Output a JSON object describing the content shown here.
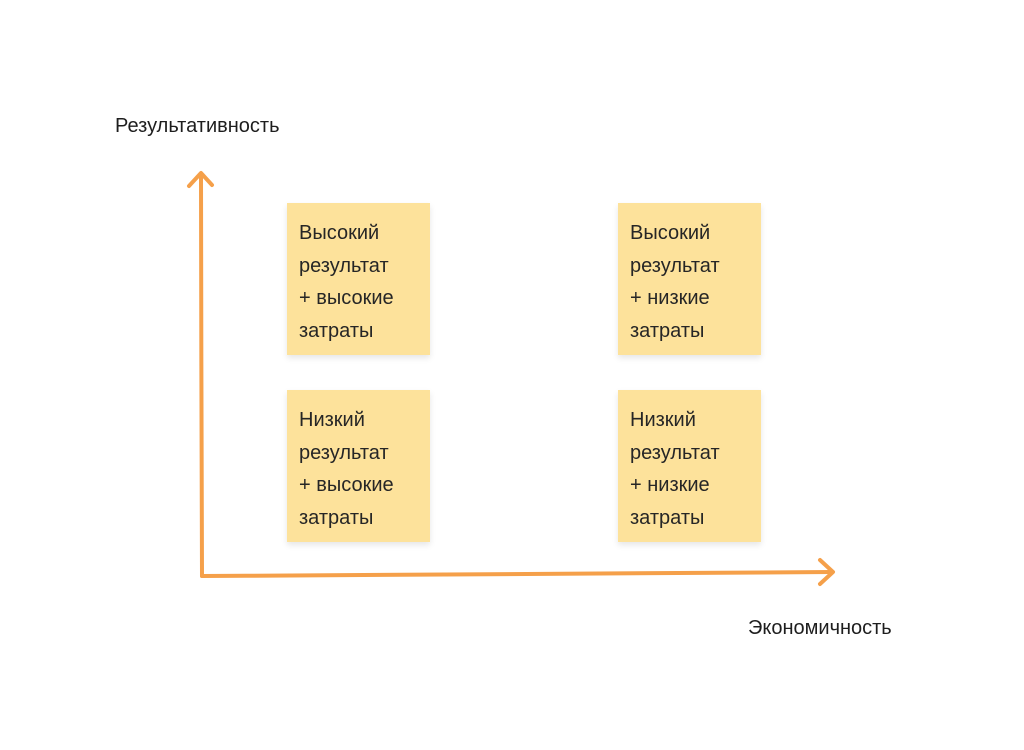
{
  "axes": {
    "y_label": "Результативность",
    "x_label": "Экономичность",
    "color": "#f5a04a"
  },
  "note_color": "#fde29b",
  "quadrants": {
    "top_left": {
      "lines": [
        "Высокий",
        "результат",
        "+ высокие",
        "затраты"
      ]
    },
    "top_right": {
      "lines": [
        "Высокий",
        "результат",
        "+ низкие",
        "затраты"
      ]
    },
    "bottom_left": {
      "lines": [
        "Низкий",
        "результат",
        "+ высокие",
        "затраты"
      ]
    },
    "bottom_right": {
      "lines": [
        "Низкий",
        "результат",
        "+ низкие",
        "затраты"
      ]
    }
  }
}
